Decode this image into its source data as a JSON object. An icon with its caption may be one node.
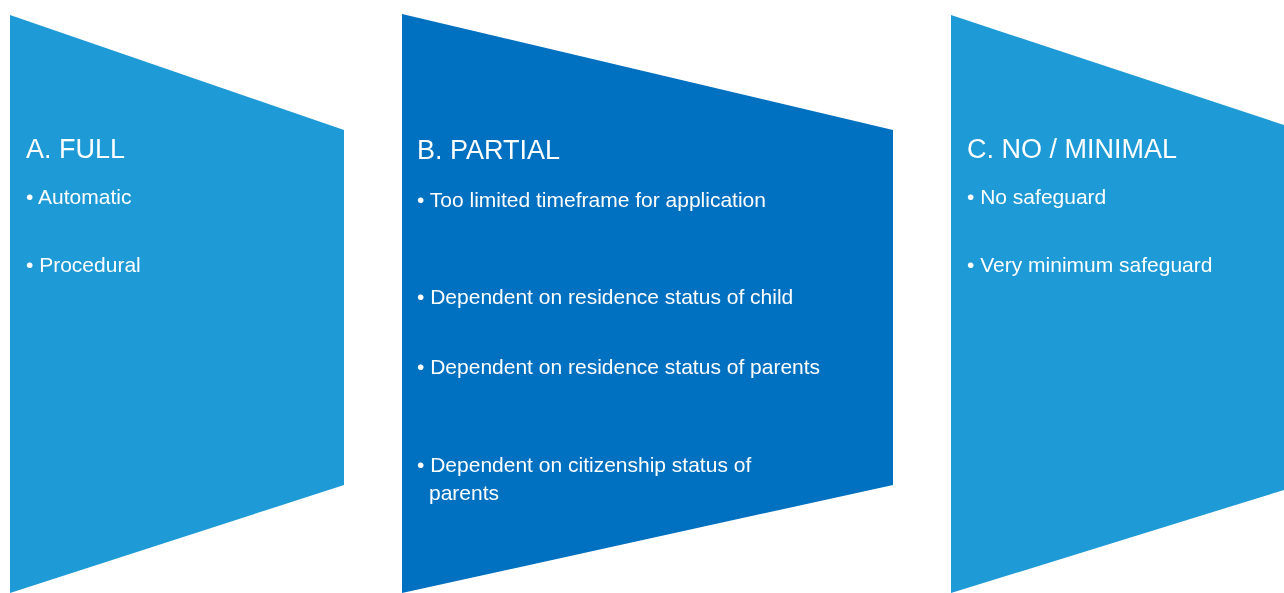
{
  "diagram": {
    "nodes": [
      {
        "text": [
          "A. FULL",
          "• Automatic",
          "• Procedural"
        ]
      },
      {
        "text": [
          "B. PARTIAL",
          "• Too limited timeframe for application",
          "• Dependent on residence status of child",
          "• Dependent on residence status of parents",
          "• Dependent on citizenship status of parents"
        ]
      },
      {
        "text": [
          "C. NO / MINIMAL",
          "• No safeguard",
          "• Very minimum safeguard"
        ]
      }
    ]
  }
}
